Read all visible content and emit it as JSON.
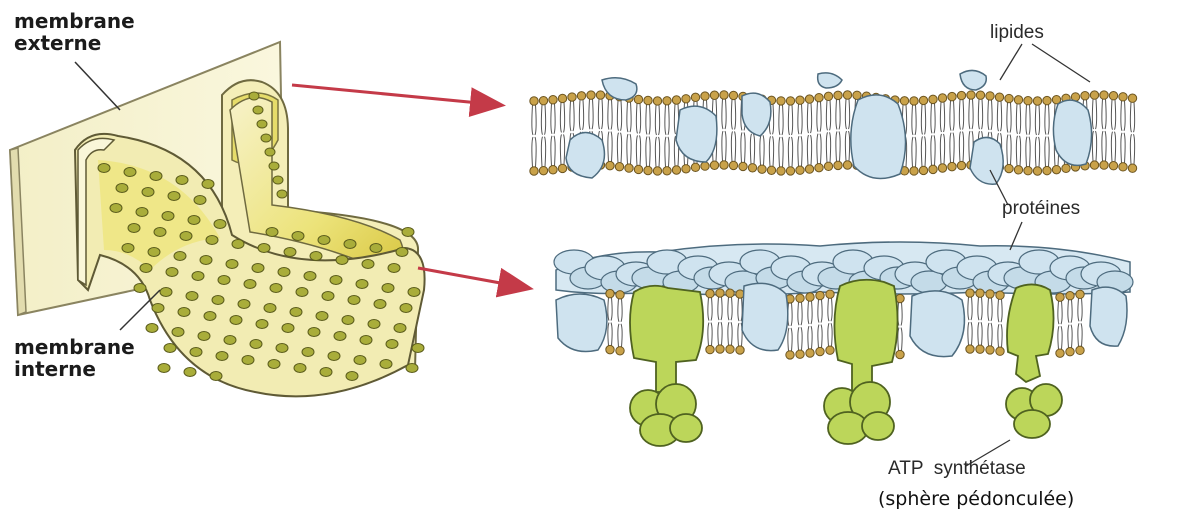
{
  "labels": {
    "outer_membrane_line1": "membrane",
    "outer_membrane_line2": "externe",
    "inner_membrane_line1": "membrane",
    "inner_membrane_line2": "interne",
    "lipids": "lipides",
    "proteins": "protéines",
    "atp_synthase": "ATP  synthétase",
    "stalked_sphere": "(sphère pédonculée)"
  },
  "colors": {
    "membrane_sheet": "#f5f0c8",
    "membrane_edge": "#d9cf8a",
    "inner_fold": "#e8de6a",
    "granule": "#a9ad3a",
    "lipid_head": "#c9a24a",
    "protein": "#cfe3ef",
    "atp_synthase": "#bcd65a",
    "arrow": "#c43a48"
  }
}
